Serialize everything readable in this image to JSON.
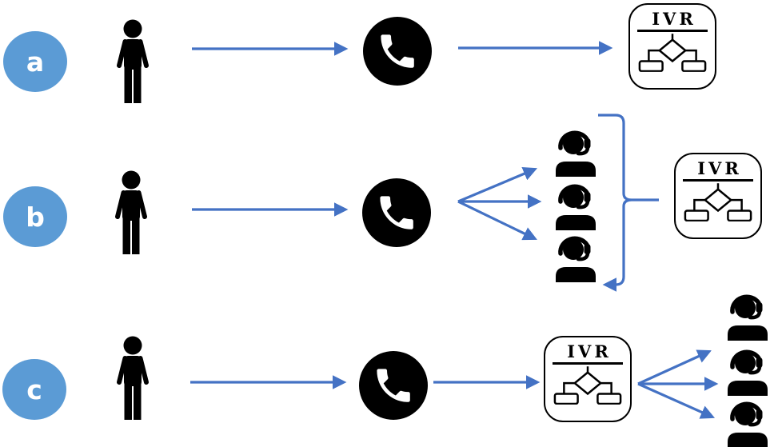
{
  "colors": {
    "badge_fill": "#5b9bd5",
    "arrow_blue": "#4472c4",
    "icon_black": "#000000",
    "background": "#ffffff"
  },
  "rows": [
    {
      "badge": "a",
      "ivr_label": "IVR",
      "agent_count": 0
    },
    {
      "badge": "b",
      "ivr_label": "IVR",
      "agent_count": 3
    },
    {
      "badge": "c",
      "ivr_label": "IVR",
      "agent_count": 3
    }
  ],
  "icons": {
    "person": "person-icon",
    "phone": "phone-call-icon",
    "agent": "call-agent-headset-icon",
    "ivr": "ivr-menu-icon"
  }
}
